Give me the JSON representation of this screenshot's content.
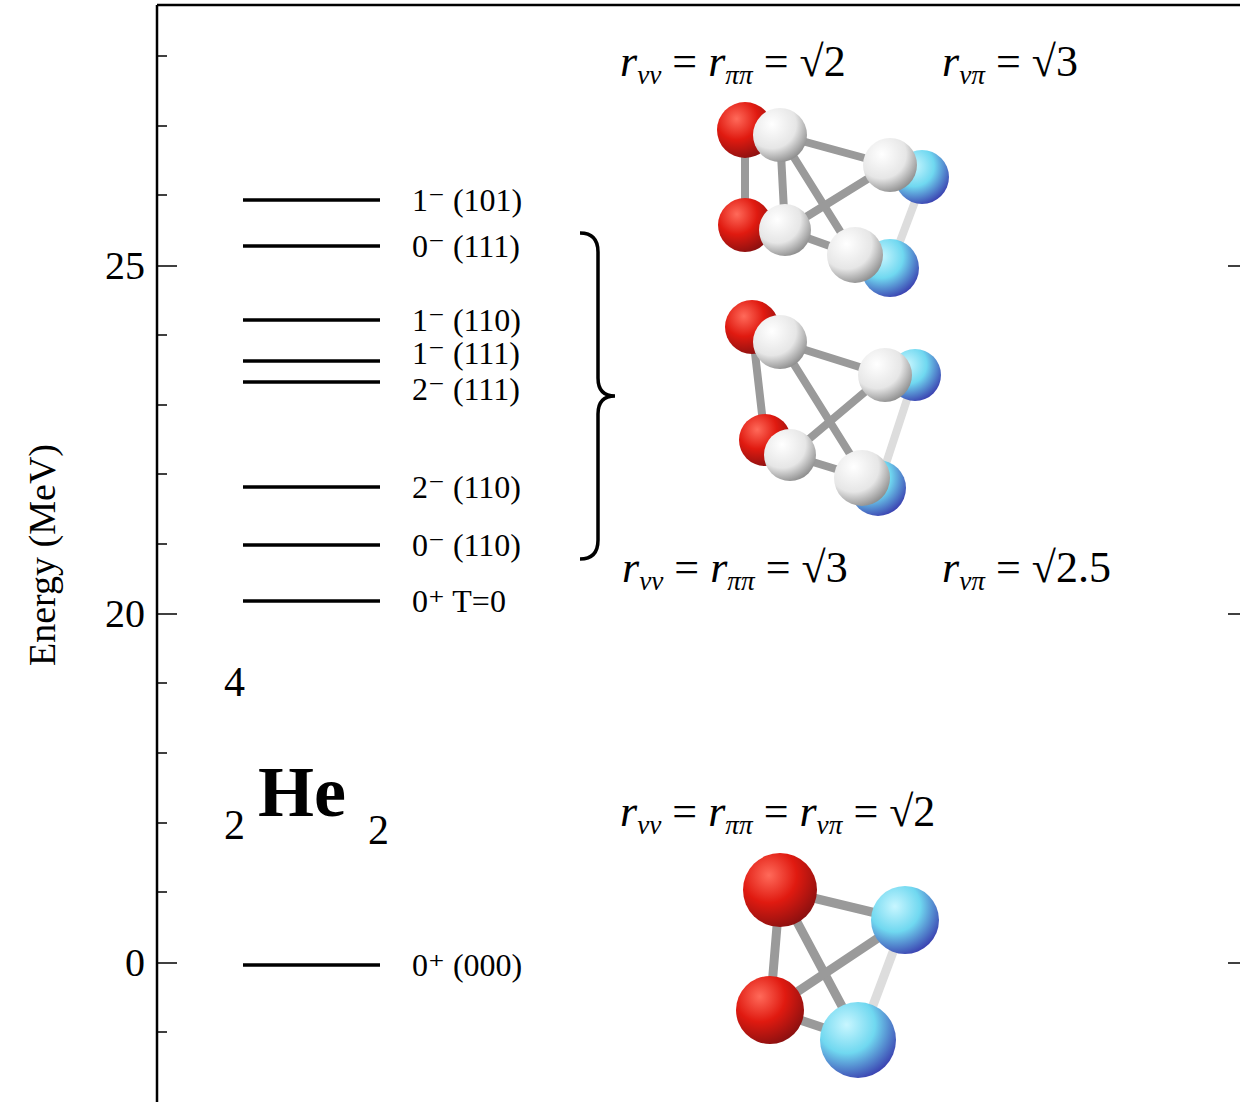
{
  "diagram": {
    "labels": [
      "rνν = rππ = √2",
      "rνπ = √3",
      "25",
      "1⁻ (101)",
      "0⁻ (111)",
      "1⁻ (110)",
      "1⁻ (111)",
      "2⁻ (111)",
      "Energy (MeV)",
      "2⁻ (110)",
      "0⁻ (110)",
      "rνν = rππ = √3",
      "rνπ = √2.5",
      "20",
      "0⁺ T=0",
      "4",
      "2",
      "He",
      "2",
      "rνν = rππ = rνπ = √2",
      "0",
      "0⁺ (000)"
    ]
  }
}
